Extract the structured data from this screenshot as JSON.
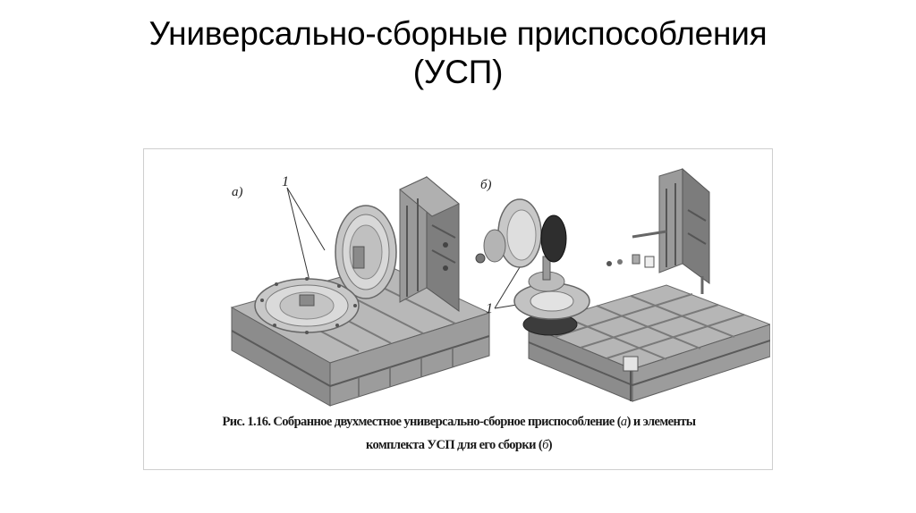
{
  "slide": {
    "title_line1": "Универсально-сборные приспособления",
    "title_line2": "(УСП)"
  },
  "figure": {
    "panel_a": {
      "label": "а)",
      "callout": "1",
      "description": "assembled two-position modular fixture"
    },
    "panel_b": {
      "label": "б)",
      "callout": "1",
      "description": "exploded view of modular fixture kit elements"
    },
    "caption_line1_prefix": "Рис. 1.16. Собранное двухместное универсально-сборное приспособление (",
    "caption_line1_a": "а",
    "caption_line1_suffix": ") и элементы",
    "caption_line2_prefix": "комплекта УСП для его сборки (",
    "caption_line2_b": "б",
    "caption_line2_suffix": ")"
  },
  "colors": {
    "frame_border": "#cfcfcf",
    "metal_top": "#b4b4b4",
    "metal_side": "#8a8a8a",
    "metal_dark": "#5e5e5e"
  }
}
